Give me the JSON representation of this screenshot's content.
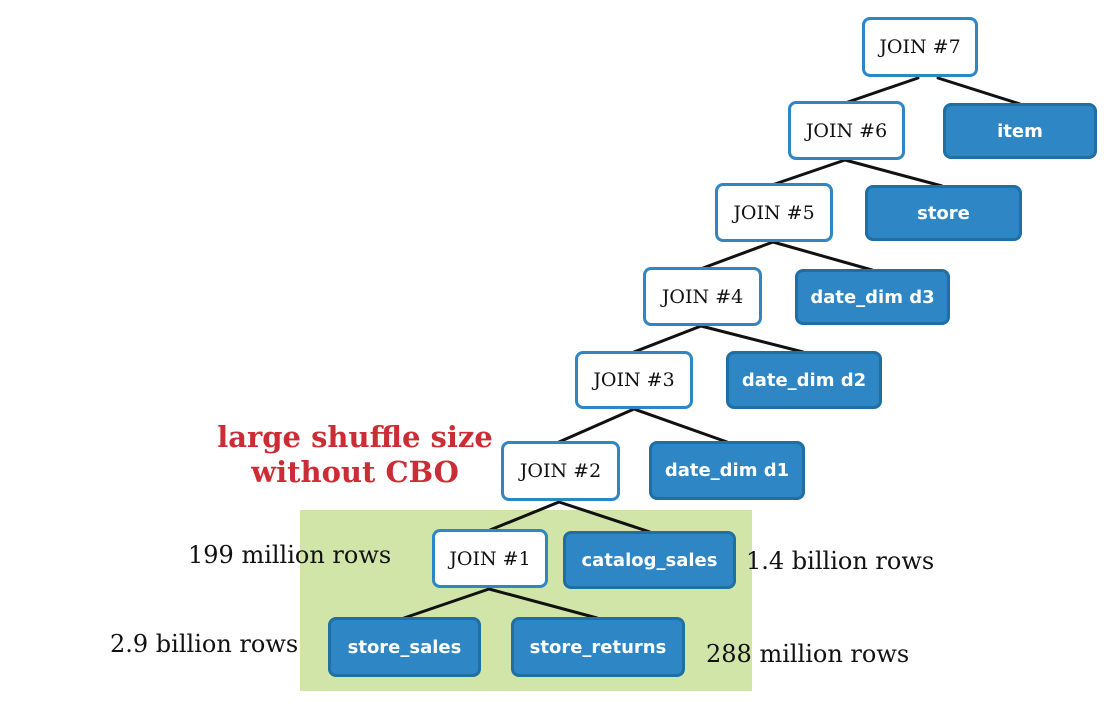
{
  "joins": {
    "j7": "JOIN #7",
    "j6": "JOIN #6",
    "j5": "JOIN #5",
    "j4": "JOIN #4",
    "j3": "JOIN #3",
    "j2": "JOIN #2",
    "j1": "JOIN #1"
  },
  "tables": {
    "item": "item",
    "store": "store",
    "date_dim_d3": "date_dim d3",
    "date_dim_d2": "date_dim d2",
    "date_dim_d1": "date_dim d1",
    "catalog_sales": "catalog_sales",
    "store_sales": "store_sales",
    "store_returns": "store_returns"
  },
  "row_counts": {
    "join1": "199 million rows",
    "catalog_sales": "1.4 billion rows",
    "store_sales": "2.9 billion rows",
    "store_returns": "288 million rows"
  },
  "callout": {
    "line1": "large shuffle size",
    "line2": "without CBO"
  },
  "colors": {
    "join_border": "#2e86c4",
    "table_fill": "#2e86c4",
    "highlight": "#d2e5a9",
    "callout": "#cc2c36"
  }
}
